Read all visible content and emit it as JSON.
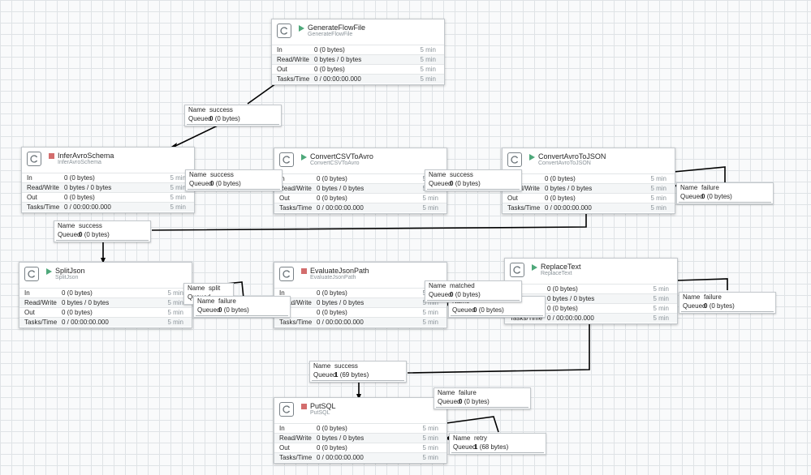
{
  "processors": [
    {
      "id": "generate",
      "name": "GenerateFlowFile",
      "type": "GenerateFlowFile",
      "state": "running",
      "stats": {
        "in": "0 (0 bytes)",
        "read_write": "0 bytes / 0 bytes",
        "out": "0 (0 bytes)",
        "tasks_time": "0 / 00:00:00.000",
        "period": "5 min"
      }
    },
    {
      "id": "infer",
      "name": "InferAvroSchema",
      "type": "InferAvroSchema",
      "state": "stopped",
      "stats": {
        "in": "0 (0 bytes)",
        "read_write": "0 bytes / 0 bytes",
        "out": "0 (0 bytes)",
        "tasks_time": "0 / 00:00:00.000",
        "period": "5 min"
      }
    },
    {
      "id": "csv2avro",
      "name": "ConvertCSVToAvro",
      "type": "ConvertCSVToAvro",
      "state": "running",
      "stats": {
        "in": "0 (0 bytes)",
        "read_write": "0 bytes / 0 bytes",
        "out": "0 (0 bytes)",
        "tasks_time": "0 / 00:00:00.000",
        "period": "5 min"
      }
    },
    {
      "id": "avro2json",
      "name": "ConvertAvroToJSON",
      "type": "ConvertAvroToJSON",
      "state": "running",
      "stats": {
        "in": "0 (0 bytes)",
        "read_write": "0 bytes / 0 bytes",
        "out": "0 (0 bytes)",
        "tasks_time": "0 / 00:00:00.000",
        "period": "5 min"
      }
    },
    {
      "id": "splitjson",
      "name": "SplitJson",
      "type": "SplitJson",
      "state": "running",
      "stats": {
        "in": "0 (0 bytes)",
        "read_write": "0 bytes / 0 bytes",
        "out": "0 (0 bytes)",
        "tasks_time": "0 / 00:00:00.000",
        "period": "5 min"
      }
    },
    {
      "id": "evaljson",
      "name": "EvaluateJsonPath",
      "type": "EvaluateJsonPath",
      "state": "stopped",
      "stats": {
        "in": "0 (0 bytes)",
        "read_write": "0 bytes / 0 bytes",
        "out": "0 (0 bytes)",
        "tasks_time": "0 / 00:00:00.000",
        "period": "5 min"
      }
    },
    {
      "id": "replacetext",
      "name": "ReplaceText",
      "type": "ReplaceText",
      "state": "running",
      "stats": {
        "in": "0 (0 bytes)",
        "read_write": "0 bytes / 0 bytes",
        "out": "0 (0 bytes)",
        "tasks_time": "0 / 00:00:00.000",
        "period": "5 min"
      }
    },
    {
      "id": "putsql",
      "name": "PutSQL",
      "type": "PutSQL",
      "state": "stopped",
      "stats": {
        "in": "0 (0 bytes)",
        "read_write": "0 bytes / 0 bytes",
        "out": "0 (0 bytes)",
        "tasks_time": "0 / 00:00:00.000",
        "period": "5 min"
      }
    }
  ],
  "stat_labels": {
    "in": "In",
    "read_write": "Read/Write",
    "out": "Out",
    "tasks_time": "Tasks/Time"
  },
  "connection_labels": {
    "name_key": "Name",
    "queued_key": "Queued"
  },
  "connections": [
    {
      "id": "c1",
      "name": "success",
      "queued_count": "0",
      "queued_size": "(0 bytes)"
    },
    {
      "id": "c2",
      "name": "success",
      "queued_count": "0",
      "queued_size": "(0 bytes)"
    },
    {
      "id": "c3",
      "name": "success",
      "queued_count": "0",
      "queued_size": "(0 bytes)"
    },
    {
      "id": "c4",
      "name": "failure",
      "queued_count": "0",
      "queued_size": "(0 bytes)"
    },
    {
      "id": "c5",
      "name": "success",
      "queued_count": "0",
      "queued_size": "(0 bytes)"
    },
    {
      "id": "c6",
      "name": "split",
      "queued_count": "",
      "queued_size": ""
    },
    {
      "id": "c7",
      "name": "failure",
      "queued_count": "0",
      "queued_size": "(0 bytes)"
    },
    {
      "id": "c8",
      "name": "matched",
      "queued_count": "0",
      "queued_size": "(0 bytes)"
    },
    {
      "id": "c9",
      "name": "",
      "queued_count": "0",
      "queued_size": "(0 bytes)"
    },
    {
      "id": "c10",
      "name": "failure",
      "queued_count": "0",
      "queued_size": "(0 bytes)"
    },
    {
      "id": "c11",
      "name": "success",
      "queued_count": "1",
      "queued_size": "(69 bytes)"
    },
    {
      "id": "c12",
      "name": "failure",
      "queued_count": "0",
      "queued_size": "(0 bytes)"
    },
    {
      "id": "c13",
      "name": "retry",
      "queued_count": "1",
      "queued_size": "(68 bytes)"
    }
  ],
  "colors": {
    "running": "#4ea87a",
    "stopped": "#d36d6d",
    "grid": "#dfe3e6",
    "connection": "#000000"
  }
}
